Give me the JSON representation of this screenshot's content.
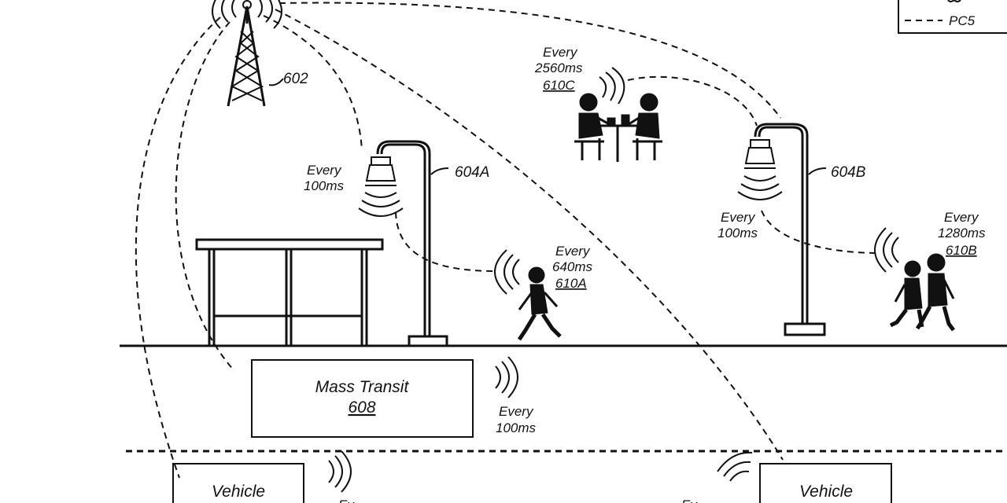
{
  "legend": {
    "pc5_label": "PC5"
  },
  "tower": {
    "ref": "602"
  },
  "streetlight_a": {
    "ref": "604A",
    "interval": "Every",
    "interval2": "100ms"
  },
  "streetlight_b": {
    "ref": "604B",
    "interval": "Every",
    "interval2": "100ms"
  },
  "pedestrian_a": {
    "line1": "Every",
    "line2": "640ms",
    "ref": "610A"
  },
  "pedestrian_b": {
    "line1": "Every",
    "line2": "1280ms",
    "ref": "610B"
  },
  "diners_c": {
    "line1": "Every",
    "line2": "2560ms",
    "ref": "610C"
  },
  "mass_transit": {
    "title": "Mass Transit",
    "ref": "608",
    "line1": "Every",
    "line2": "100ms"
  },
  "vehicle_left": {
    "title": "Vehicle",
    "partial_text": "Ev"
  },
  "vehicle_right": {
    "title": "Vehicle",
    "partial_text": "Ev"
  }
}
